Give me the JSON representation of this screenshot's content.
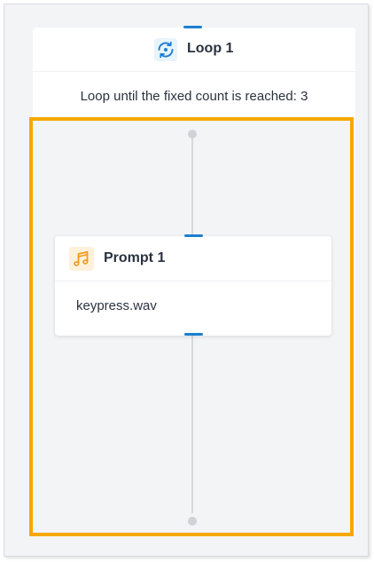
{
  "loop": {
    "title": "Loop 1",
    "icon": "loop-refresh-icon",
    "description": "Loop until the fixed count is reached: 3"
  },
  "prompt": {
    "title": "Prompt 1",
    "icon": "music-note-icon",
    "file": "keypress.wav"
  },
  "colors": {
    "accent": "#1e7fd1",
    "selection": "#f5a800",
    "canvas": "#f3f4f6"
  }
}
